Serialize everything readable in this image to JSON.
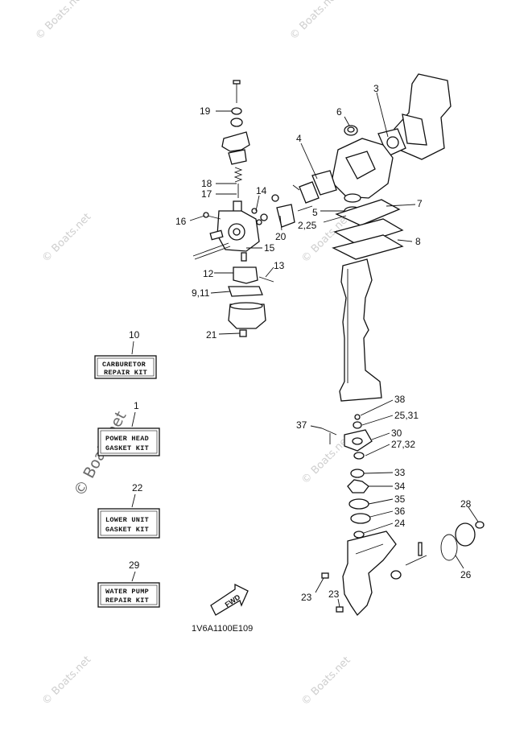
{
  "watermark": {
    "text": "© Boats.net",
    "large_text": "© Boats.net"
  },
  "diagram_code": "1V6A1100E109",
  "fwd_label": "FWD",
  "callouts": [
    {
      "id": "c19",
      "text": "19"
    },
    {
      "id": "c6",
      "text": "6"
    },
    {
      "id": "c3",
      "text": "3"
    },
    {
      "id": "c4",
      "text": "4"
    },
    {
      "id": "c18",
      "text": "18"
    },
    {
      "id": "c17",
      "text": "17"
    },
    {
      "id": "c14",
      "text": "14"
    },
    {
      "id": "c7",
      "text": "7"
    },
    {
      "id": "c5",
      "text": "5"
    },
    {
      "id": "c2_25",
      "text": "2,25"
    },
    {
      "id": "c16",
      "text": "16"
    },
    {
      "id": "c20",
      "text": "20"
    },
    {
      "id": "c8",
      "text": "8"
    },
    {
      "id": "c15",
      "text": "15"
    },
    {
      "id": "c13",
      "text": "13"
    },
    {
      "id": "c12",
      "text": "12"
    },
    {
      "id": "c9_11",
      "text": "9,11"
    },
    {
      "id": "c21",
      "text": "21"
    },
    {
      "id": "c38",
      "text": "38"
    },
    {
      "id": "c25_31",
      "text": "25,31"
    },
    {
      "id": "c37",
      "text": "37"
    },
    {
      "id": "c30",
      "text": "30"
    },
    {
      "id": "c27_32",
      "text": "27,32"
    },
    {
      "id": "c33",
      "text": "33"
    },
    {
      "id": "c34",
      "text": "34"
    },
    {
      "id": "c35",
      "text": "35"
    },
    {
      "id": "c36",
      "text": "36"
    },
    {
      "id": "c24",
      "text": "24"
    },
    {
      "id": "c28",
      "text": "28"
    },
    {
      "id": "c26",
      "text": "26"
    },
    {
      "id": "c23a",
      "text": "23"
    },
    {
      "id": "c23b",
      "text": "23"
    }
  ],
  "kits": [
    {
      "number": "10",
      "line1": "CARBURETOR",
      "line2": "REPAIR KIT"
    },
    {
      "number": "1",
      "line1": "POWER HEAD",
      "line2": "GASKET KIT"
    },
    {
      "number": "22",
      "line1": "LOWER UNIT",
      "line2": "GASKET KIT"
    },
    {
      "number": "29",
      "line1": "WATER PUMP",
      "line2": "REPAIR KIT"
    }
  ]
}
